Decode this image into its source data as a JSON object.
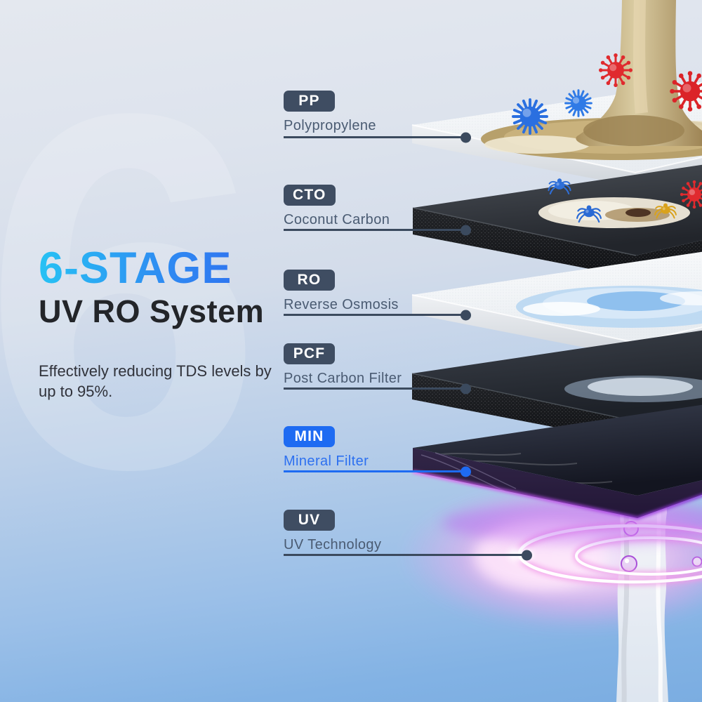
{
  "headline": {
    "title": "6-STAGE",
    "subtitle": "UV RO System",
    "description": "Effectively reducing TDS levels by up to 95%."
  },
  "watermark": "6",
  "stages": [
    {
      "code": "PP",
      "name": "Polypropylene",
      "highlighted": false
    },
    {
      "code": "CTO",
      "name": "Coconut Carbon",
      "highlighted": false
    },
    {
      "code": "RO",
      "name": "Reverse Osmosis",
      "highlighted": false
    },
    {
      "code": "PCF",
      "name": "Post Carbon Filter",
      "highlighted": false
    },
    {
      "code": "MIN",
      "name": "Mineral Filter",
      "highlighted": true
    },
    {
      "code": "UV",
      "name": "UV Technology",
      "highlighted": false
    }
  ],
  "colors": {
    "accent_blue": "#1e6bf2",
    "badge_slate": "#3f4d62",
    "label_text": "#4a5b72",
    "title_gradient_start": "#27c2f4",
    "title_gradient_end": "#2f5bee",
    "subtitle_text": "#232529",
    "background_top": "#e4e8ef",
    "background_bottom": "#7bade1",
    "dirty_water": "#b1995f",
    "uv_glow_pink": "#f3b2f0",
    "mineral_glow_purple": "#b65cf0"
  }
}
